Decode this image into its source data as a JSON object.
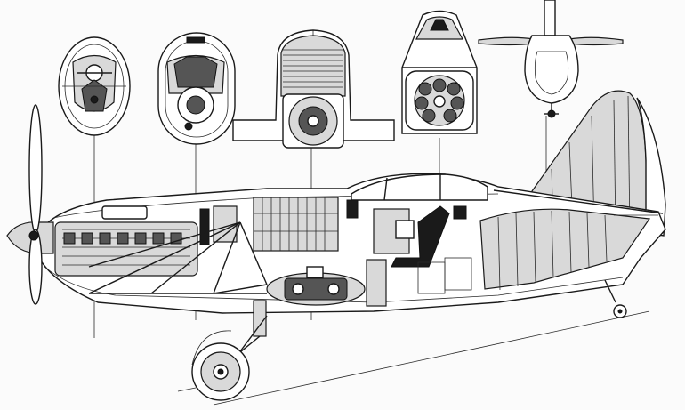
{
  "figure": {
    "kind": "aircraft-cutaway",
    "colors": {
      "ink": "#1a1a1a",
      "shade": "#d9d9d9",
      "paper": "#fbfbfb"
    }
  },
  "section_views": [
    {
      "id": "section-1",
      "kind": "engine-front"
    },
    {
      "id": "section-2",
      "kind": "engine-rear"
    },
    {
      "id": "section-3",
      "kind": "radiator"
    },
    {
      "id": "section-4",
      "kind": "cockpit-frame"
    },
    {
      "id": "section-5",
      "kind": "tail-front-view"
    }
  ]
}
